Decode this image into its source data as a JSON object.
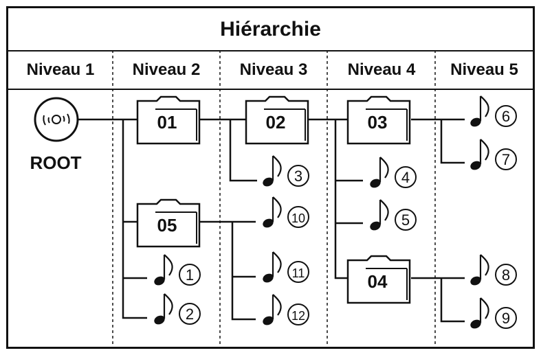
{
  "title": "Hiérarchie",
  "levels": [
    "Niveau 1",
    "Niveau 2",
    "Niveau 3",
    "Niveau 4",
    "Niveau 5"
  ],
  "root": {
    "label": "ROOT"
  },
  "folders": [
    {
      "id": "01",
      "label": "01"
    },
    {
      "id": "02",
      "label": "02"
    },
    {
      "id": "03",
      "label": "03"
    },
    {
      "id": "04",
      "label": "04"
    },
    {
      "id": "05",
      "label": "05"
    }
  ],
  "tracks": [
    {
      "n": "1"
    },
    {
      "n": "2"
    },
    {
      "n": "3"
    },
    {
      "n": "4"
    },
    {
      "n": "5"
    },
    {
      "n": "6"
    },
    {
      "n": "7"
    },
    {
      "n": "8"
    },
    {
      "n": "9"
    },
    {
      "n": "10"
    },
    {
      "n": "11"
    },
    {
      "n": "12"
    }
  ]
}
